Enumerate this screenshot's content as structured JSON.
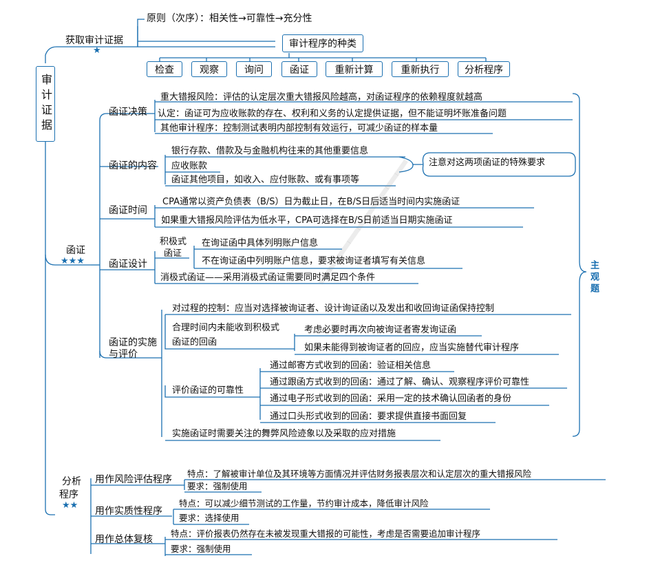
{
  "root": {
    "title": "审计证据"
  },
  "acquire": {
    "label": "获取审计证据",
    "stars": "★",
    "principle": "原则（次序）：相关性→可靠性→充分性",
    "procedures_title": "审计程序的种类",
    "procedures": [
      "检查",
      "观察",
      "询问",
      "函证",
      "重新计算",
      "重新执行",
      "分析程序"
    ]
  },
  "confirm": {
    "label": "函证",
    "stars": "★★★",
    "side_label": "主观题",
    "decision": {
      "label": "函证决策",
      "items": [
        "重大错报风险：评估的认定层次重大错报风险越高，对函证程序的依赖程度就越高",
        "认定：函证可为应收账款的存在、权利和义务的认定提供证据，但不能证明坏账准备问题",
        "其他审计程序：控制测试表明内部控制有效运行，可减少函证的样本量"
      ]
    },
    "content": {
      "label": "函证的内容",
      "items": [
        "银行存款、借款及与金融机构往来的其他重要信息",
        "应收账款",
        "函证其他项目，如收入、应付账款、或有事项等"
      ],
      "note": "注意对这两项函证的特殊要求"
    },
    "timing": {
      "label": "函证时间",
      "items": [
        "CPA通常以资产负债表（B/S）日为截止日，在B/S日后适当时间内实施函证",
        "如果重大错报风险评估为低水平，CPA可选择在B/S日前适当日期实施函证"
      ]
    },
    "design": {
      "label": "函证设计",
      "positive_label_1": "积极式",
      "positive_label_2": "函证",
      "positive_items": [
        "在询证函中具体列明账户信息",
        "不在询证函中列明账户信息，要求被询证者填写有关信息"
      ],
      "negative": "消极式函证——采用消极式函证需要同时满足四个条件"
    },
    "implement": {
      "label_1": "函证的实施",
      "label_2": "与评价",
      "control": "对过程的控制：应当对选择被询证者、设计询证函以及发出和收回询证函保持控制",
      "no_reply_label_1": "合理时间内未能收到积极式",
      "no_reply_label_2": "函证的回函",
      "no_reply_items": [
        "考虑必要时再次向被询证者寄发询证函",
        "如果未能得到被询证者的回应，应当实施替代审计程序"
      ],
      "reliability_label": "评价函证的可靠性",
      "reliability_items": [
        "通过邮寄方式收到的回函：验证相关信息",
        "通过跟函方式收到的回函：通过了解、确认、观察程序评价可靠性",
        "通过电子形式收到的回函：采用一定的技术确认回函者的身份",
        "通过口头形式收到的回函：要求提供直接书面回复"
      ],
      "fraud": "实施函证时需要关注的舞弊风险迹象以及采取的应对措施"
    }
  },
  "analytical": {
    "label_1": "分析",
    "label_2": "程序",
    "stars": "★★",
    "groups": [
      {
        "label": "用作风险评估程序",
        "feature": "特点：了解被审计单位及其环境等方面情况并评估财务报表层次和认定层次的重大错报风险",
        "requirement": "要求：强制使用"
      },
      {
        "label": "用作实质性程序",
        "feature": "特点：可以减少细节测试的工作量，节约审计成本，降低审计风险",
        "requirement": "要求：选择使用"
      },
      {
        "label": "用作总体复核",
        "feature": "特点：评价报表仍然存在未被发现重大错报的可能性，考虑是否需要追加审计程序",
        "requirement": "要求：强制使用"
      }
    ]
  },
  "colors": {
    "accent": "#1a6fb0",
    "text": "#111111"
  }
}
